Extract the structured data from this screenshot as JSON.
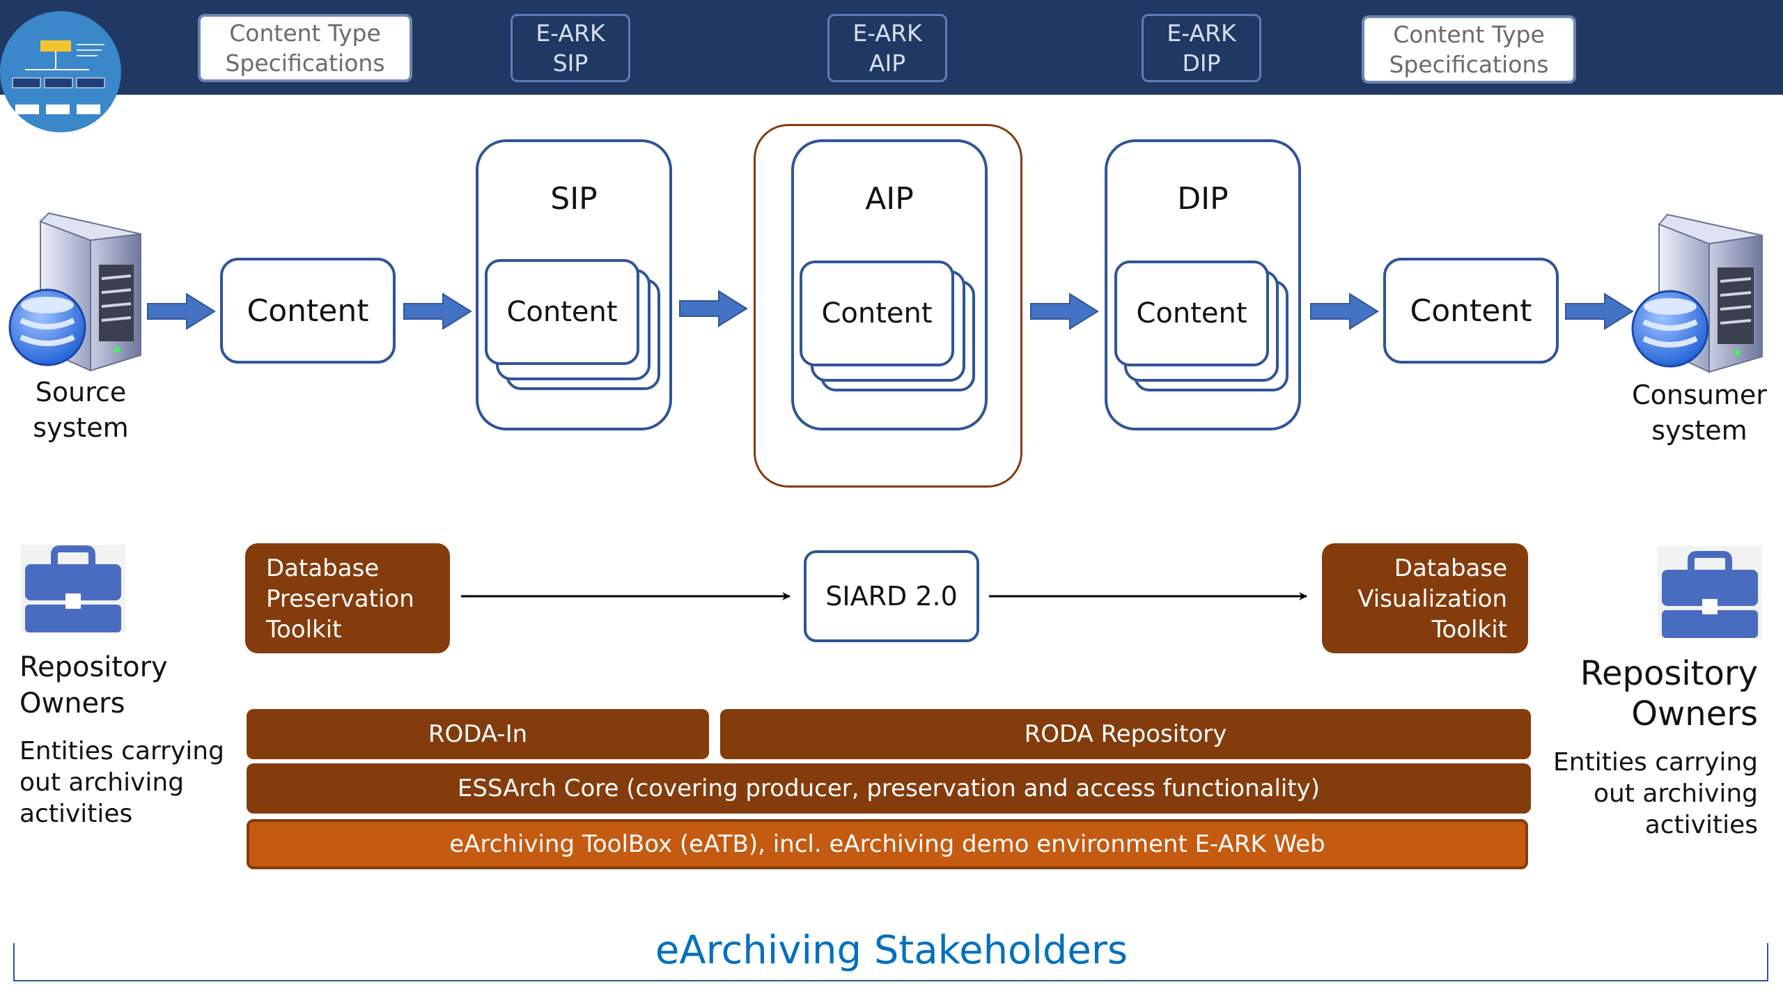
{
  "header": {
    "left_spec": [
      "Content Type",
      "Specifications"
    ],
    "sip_spec": [
      "E-ARK",
      "SIP"
    ],
    "aip_spec": [
      "E-ARK",
      "AIP"
    ],
    "dip_spec": [
      "E-ARK",
      "DIP"
    ],
    "right_spec": [
      "Content Type",
      "Specifications"
    ]
  },
  "flow": {
    "source": [
      "Source",
      "system"
    ],
    "consumer": [
      "Consumer",
      "system"
    ],
    "content_in": "Content",
    "content_out": "Content",
    "sip": {
      "title": "SIP",
      "content": "Content"
    },
    "aip": {
      "title": "AIP",
      "content": "Content"
    },
    "dip": {
      "title": "DIP",
      "content": "Content"
    }
  },
  "tools": {
    "dbptk": [
      "Database",
      "Preservation",
      "Toolkit"
    ],
    "siard": "SIARD 2.0",
    "dbvtk": [
      "Database",
      "Visualization",
      "Toolkit"
    ],
    "roda_in": "RODA-In",
    "roda_repo": "RODA Repository",
    "essarch": "ESSArch Core (covering producer, preservation and access functionality)",
    "eatb": "eArchiving ToolBox (eATB), incl. eArchiving demo environment E-ARK Web"
  },
  "stakeholders": {
    "left_title": [
      "Repository",
      "Owners"
    ],
    "left_desc": [
      "Entities carrying",
      "out archiving",
      "activities"
    ],
    "right_title": [
      "Repository",
      "Owners"
    ],
    "right_desc": [
      "Entities carrying",
      "out archiving",
      "activities"
    ]
  },
  "footer": {
    "title": "eArchiving Stakeholders"
  },
  "colors": {
    "header_bg": "#203864",
    "box_border": "#2f5597",
    "arrow_fill": "#4472c4",
    "brown": "#843c0c",
    "orange": "#c55a11",
    "footer_blue": "#0070c0"
  }
}
